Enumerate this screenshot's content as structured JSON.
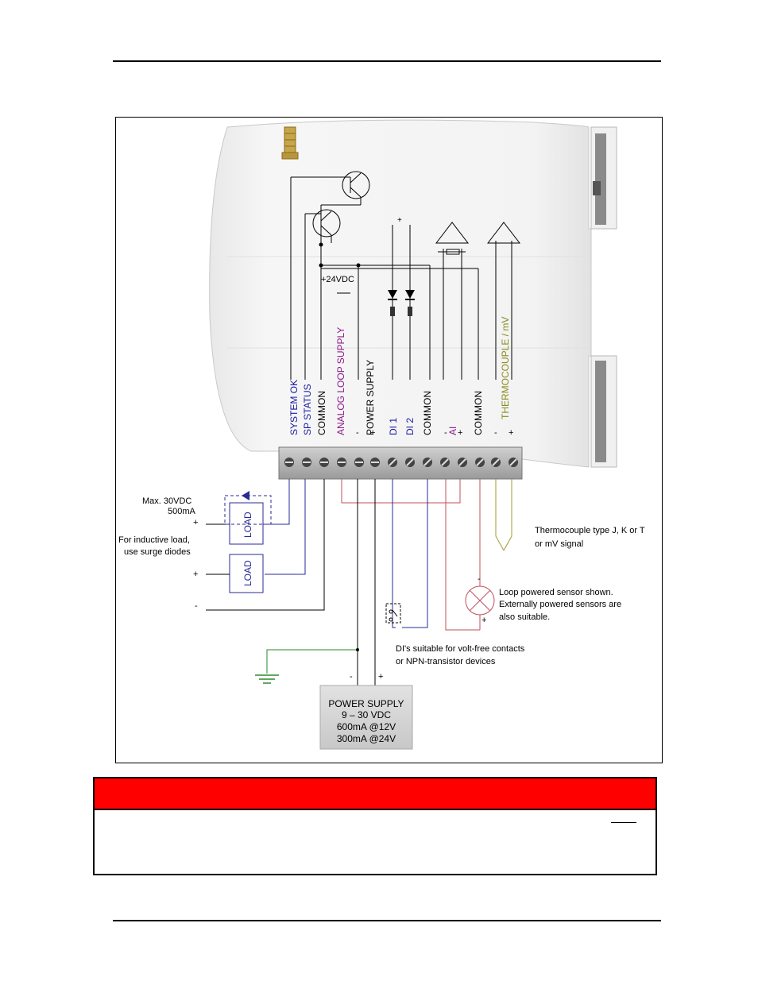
{
  "diagram": {
    "terminal_labels": {
      "system_ok": "SYSTEM OK",
      "sp_status": "SP STATUS",
      "common_1": "COMMON",
      "analog_loop_supply": "ANALOG LOOP SUPPLY",
      "power_supply": "POWER SUPPLY",
      "di1": "DI 1",
      "di2": "DI 2",
      "common_2": "COMMON",
      "ai": "AI",
      "common_3": "COMMON",
      "thermocouple": "THERMOCOUPLE / mV"
    },
    "polarity": {
      "minus": "-",
      "plus": "+"
    },
    "plus24": "+24VDC",
    "load_label": "LOAD",
    "output_notes": {
      "max_voltage": "Max. 30VDC",
      "max_current": "500mA",
      "inductive_line1": "For inductive load,",
      "inductive_line2": "use surge diodes"
    },
    "thermocouple_note": {
      "line1": "Thermocouple type J, K or T",
      "line2": "or mV signal"
    },
    "sensor_note": {
      "line1": "Loop powered sensor shown.",
      "line2": "Externally powered sensors are",
      "line3": "also suitable."
    },
    "di_note": {
      "line1": "DI's suitable for volt-free contacts",
      "line2": "or NPN-transistor devices"
    },
    "power_supply_box": {
      "line1": "POWER SUPPLY",
      "line2": "9 – 30 VDC",
      "line3": "600mA @12V",
      "line4": "300mA @24V"
    },
    "colors": {
      "blue_label": "#1a1aa0",
      "purple_label": "#8b1a8b",
      "olive_label": "#8a8a1a",
      "analog_wire": "#c0505a",
      "digital_wire": "#2a2a9a",
      "ground_wire": "#2a8a2a",
      "thermo_wire": "#a09a30",
      "warning_header": "#ff0000"
    }
  }
}
